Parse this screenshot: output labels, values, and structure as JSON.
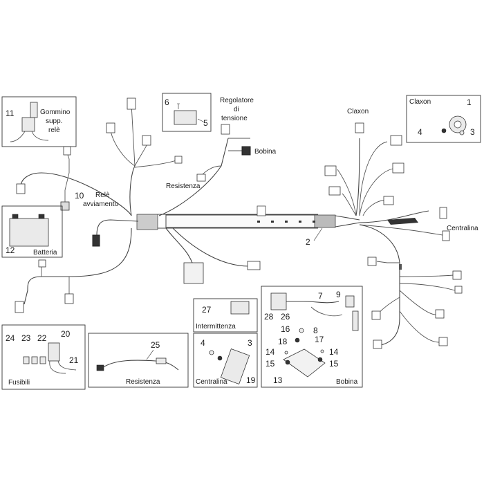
{
  "labels": {
    "gommino": "Gommino",
    "supp": "supp.",
    "rele_small": "relè",
    "regolatore": "Regolatore",
    "di": "di",
    "tensione": "tensione",
    "claxon_top": "Claxon",
    "claxon_box": "Claxon",
    "bobina_wire": "Bobina",
    "resistenza_wire": "Resistenza",
    "rele": "Relè",
    "avviamento": "avviamento",
    "batteria": "Batteria",
    "centralina_wire": "Centralina",
    "intermittenza": "Intermittenza",
    "fusibili": "Fusibili",
    "resistenza_box": "Resistenza",
    "centralina_box": "Centralina",
    "bobina_box": "Bobina"
  },
  "numbers": {
    "n1": "1",
    "n2": "2",
    "n3a": "3",
    "n3b": "3",
    "n4a": "4",
    "n4b": "4",
    "n5": "5",
    "n6": "6",
    "n7": "7",
    "n8": "8",
    "n9": "9",
    "n10": "10",
    "n11": "11",
    "n12": "12",
    "n13": "13",
    "n14a": "14",
    "n14b": "14",
    "n15a": "15",
    "n15b": "15",
    "n16": "16",
    "n17": "17",
    "n18": "18",
    "n19": "19",
    "n20": "20",
    "n21": "21",
    "n22": "22",
    "n23": "23",
    "n24": "24",
    "n25": "25",
    "n26": "26",
    "n27": "27",
    "n28": "28"
  }
}
